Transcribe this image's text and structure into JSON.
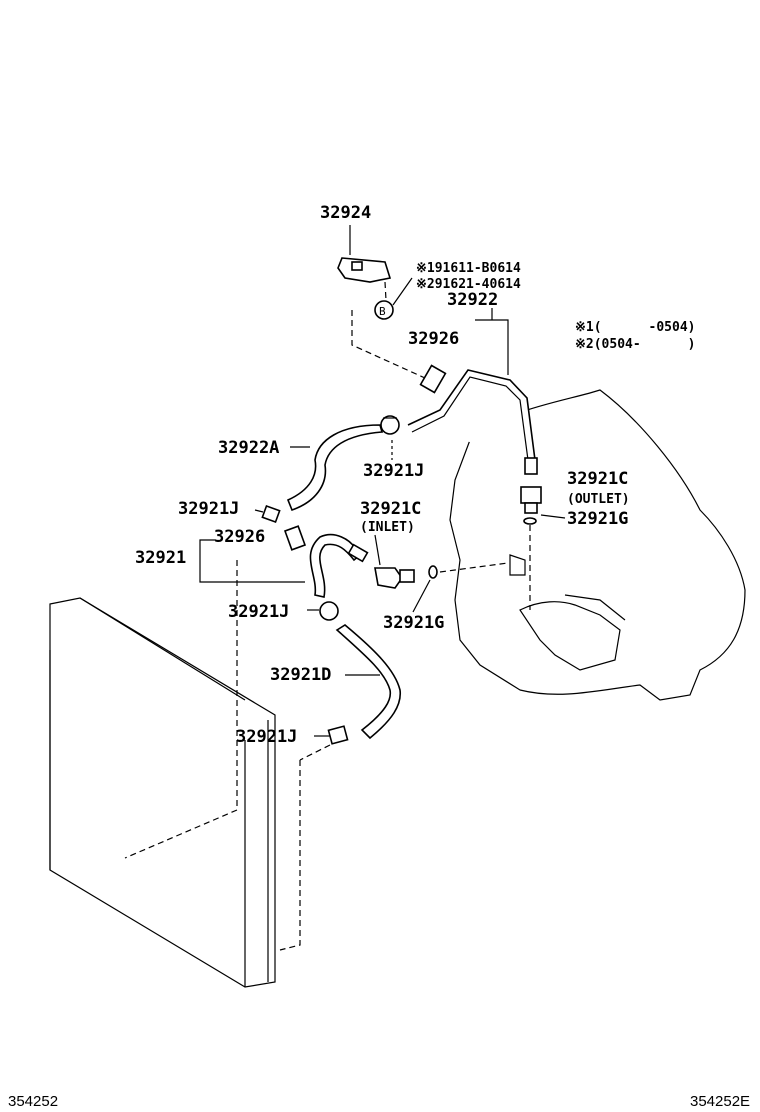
{
  "labels": {
    "p32924": "32924",
    "note1": "※191611-B0614",
    "note2": "※291621-40614",
    "p32922": "32922",
    "circle_b": "B",
    "legend1": "※1(      -0504)",
    "legend2": "※2(0504-      )",
    "p32926_top": "32926",
    "p32922A": "32922A",
    "p32921J_1": "32921J",
    "p32921C_outlet": "32921C",
    "outlet": "(OUTLET)",
    "p32921G_1": "32921G",
    "p32921J_2": "32921J",
    "p32921C_inlet": "32921C",
    "inlet": "(INLET)",
    "p32926_mid": "32926",
    "p32921": "32921",
    "p32921J_3": "32921J",
    "p32921G_2": "32921G",
    "p32921D": "32921D",
    "p32921J_4": "32921J"
  },
  "footer": {
    "left": "354252",
    "right": "354252E"
  }
}
